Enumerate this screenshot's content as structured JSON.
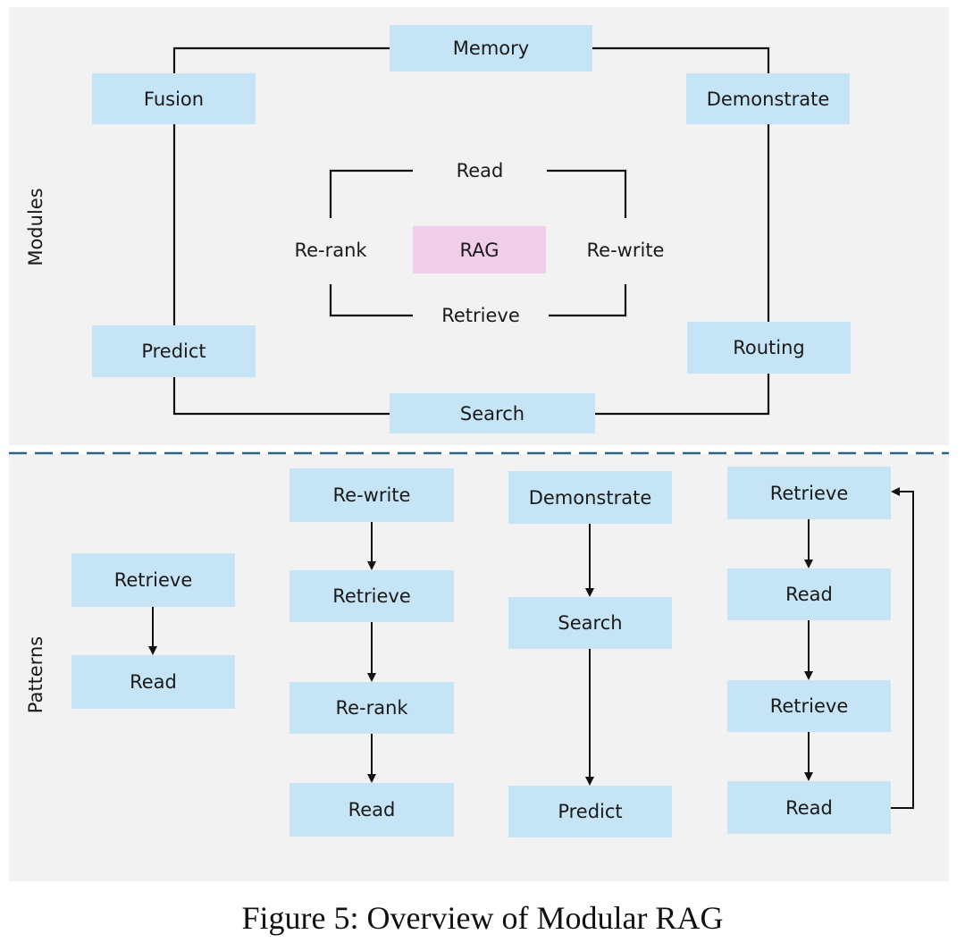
{
  "sections": {
    "modules_label": "Modules",
    "patterns_label": "Patterns"
  },
  "modules": {
    "outer": {
      "memory": "Memory",
      "fusion": "Fusion",
      "demonstrate": "Demonstrate",
      "predict": "Predict",
      "routing": "Routing",
      "search": "Search"
    },
    "inner": {
      "read": "Read",
      "rerank": "Re-rank",
      "rag": "RAG",
      "rewrite": "Re-write",
      "retrieve": "Retrieve"
    }
  },
  "patterns": [
    [
      "Retrieve",
      "Read"
    ],
    [
      "Re-write",
      "Retrieve",
      "Re-rank",
      "Read"
    ],
    [
      "Demonstrate",
      "Search",
      "Predict"
    ],
    [
      "Retrieve",
      "Read",
      "Retrieve",
      "Read"
    ]
  ],
  "caption": "Figure 5: Overview of Modular RAG",
  "colors": {
    "box_fill": "#c5e4f5",
    "rag_fill": "#f0cde9",
    "panel_fill": "#f2f2f2",
    "divider": "#2a6687"
  }
}
